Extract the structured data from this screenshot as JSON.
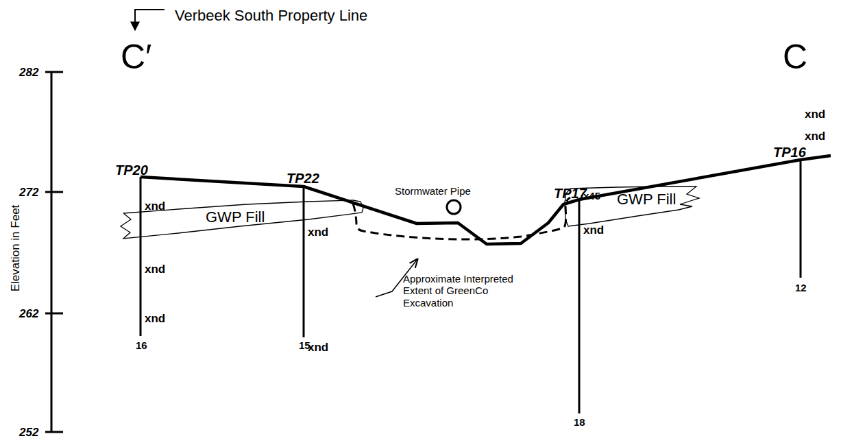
{
  "diagram": {
    "nodes": [
      {
        "text": [
          "GWP Fill"
        ]
      },
      {
        "text": [
          "GWP Fill"
        ]
      }
    ],
    "labels": [
      "Verbeek South Property Line",
      "C′",
      "C",
      "Elevation in Feet",
      "282",
      "272",
      "262",
      "252",
      "TP20",
      "TP22",
      "TP17",
      "TP16",
      "xnd",
      "xnd",
      "xnd",
      "xnd",
      "xnd",
      "x45",
      "xnd",
      "xnd",
      "xnd",
      "16",
      "15",
      "18",
      "12",
      "Stormwater Pipe",
      "Approximate Interpreted Extent of GreenCo Excavation"
    ]
  }
}
